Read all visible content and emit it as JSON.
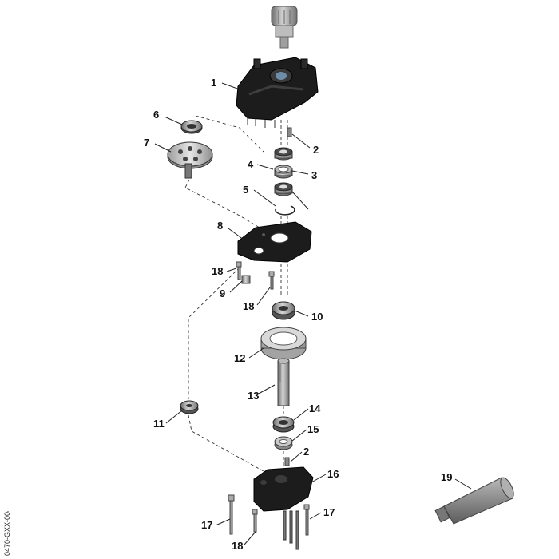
{
  "diagram": {
    "callouts": [
      "1",
      "2",
      "3",
      "4",
      "5",
      "6",
      "7",
      "8",
      "9",
      "10",
      "11",
      "12",
      "13",
      "14",
      "15",
      "16",
      "17",
      "18",
      "19"
    ],
    "side_code": "0470-GXX-0042"
  },
  "colors": {
    "housing": "#1c1c1c",
    "metal": "#9a9a9a",
    "metal_dark": "#5a5a5a",
    "tube": "#8c8c8c"
  }
}
